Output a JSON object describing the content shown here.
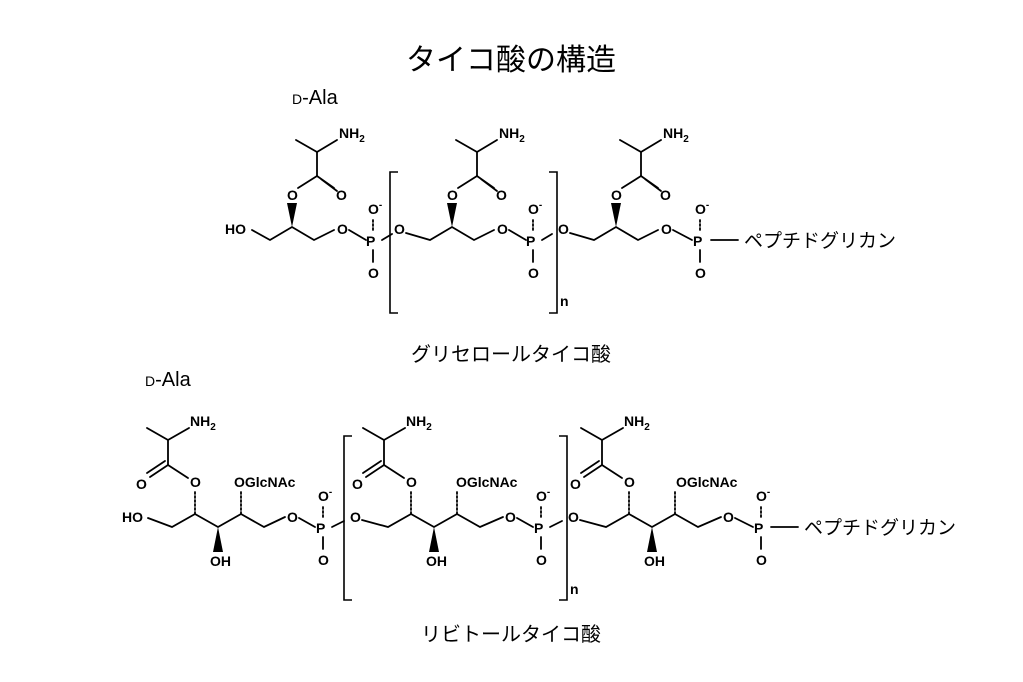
{
  "title": "タイコ酸の構造",
  "glycerol": {
    "d_ala_prefix": "D",
    "d_ala_suffix": "-Ala",
    "caption": "グリセロールタイコ酸",
    "peptidoglycan": "ペプチドグリカン",
    "repeat_n": "n",
    "labels": {
      "ho": "HO",
      "nh": "NH",
      "sub2": "2",
      "o": "O",
      "p": "P",
      "minus": "-"
    }
  },
  "ribitol": {
    "d_ala_prefix": "D",
    "d_ala_suffix": "-Ala",
    "caption": "リビトールタイコ酸",
    "peptidoglycan": "ペプチドグリカン",
    "repeat_n": "n",
    "labels": {
      "ho": "HO",
      "oh": "OH",
      "nh": "NH",
      "sub2": "2",
      "o": "O",
      "p": "P",
      "minus": "-",
      "oglcnac": "OGlcNAc"
    }
  }
}
